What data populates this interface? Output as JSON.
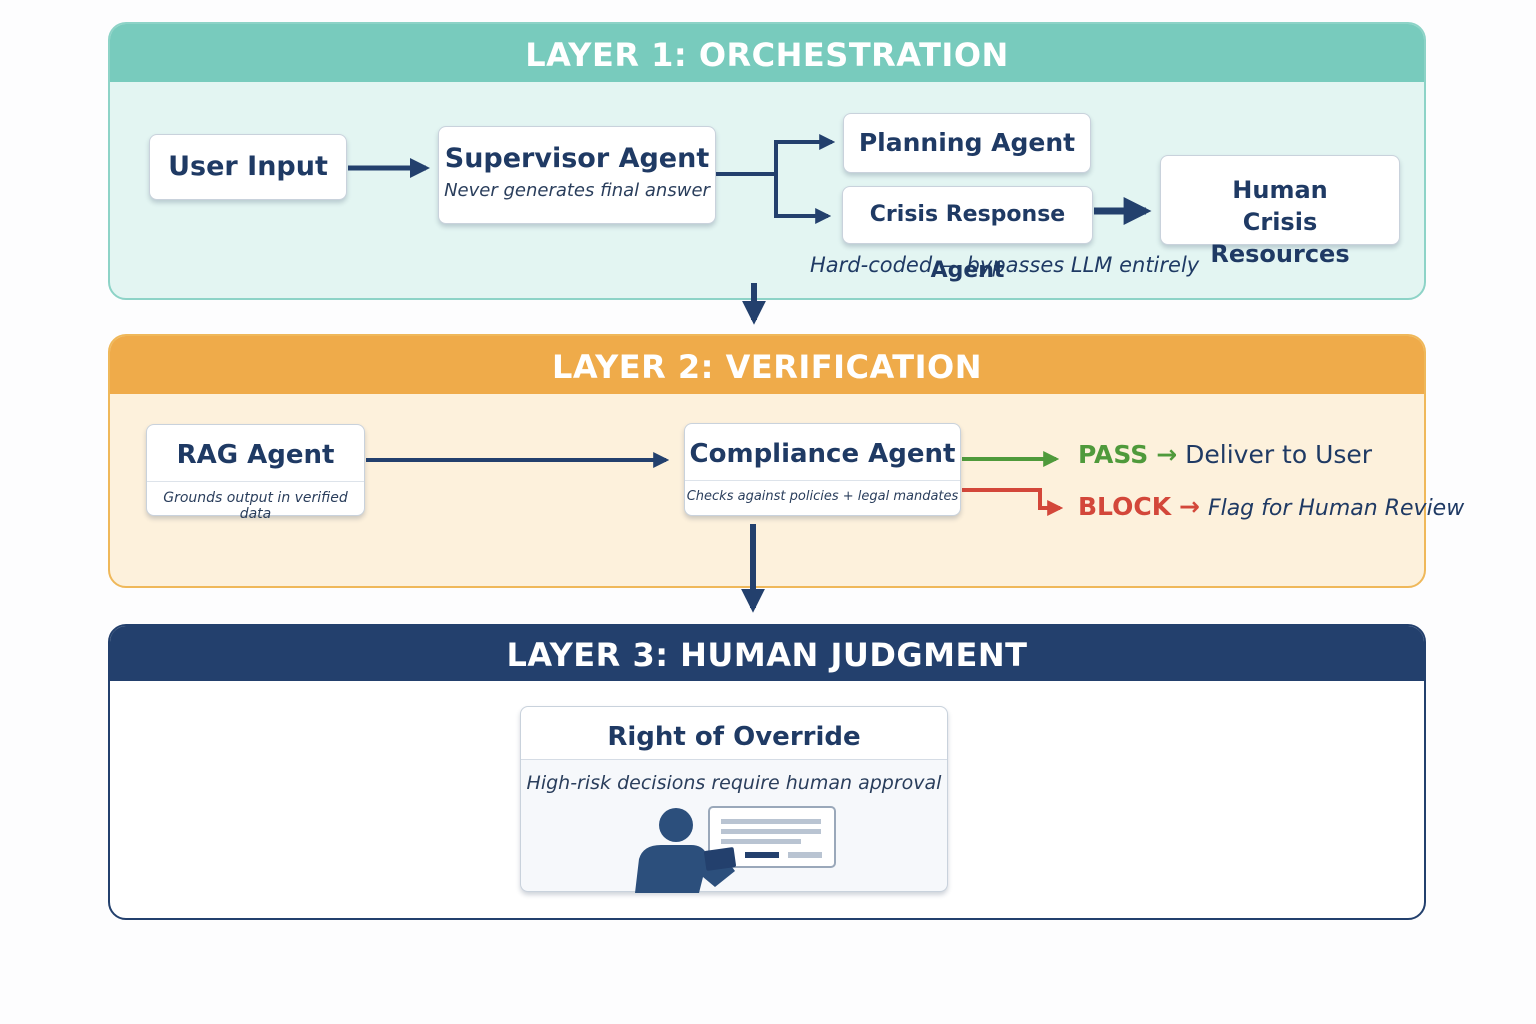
{
  "layers": [
    {
      "title": "LAYER 1: ORCHESTRATION",
      "color": "#78cbbd"
    },
    {
      "title": "LAYER 2: VERIFICATION",
      "color": "#efab4a"
    },
    {
      "title": "LAYER 3: HUMAN JUDGMENT",
      "color": "#23406d"
    }
  ],
  "layer1": {
    "user_input": "User Input",
    "supervisor": {
      "title": "Supervisor Agent",
      "subtitle": "Never generates final answer"
    },
    "planning": "Planning Agent",
    "crisis": "Crisis Response Agent",
    "human_crisis": "Human Crisis Resources",
    "note": "Hard-coded — bypasses LLM entirely"
  },
  "layer2": {
    "rag": {
      "title": "RAG Agent",
      "subtitle": "Grounds output in verified data"
    },
    "compliance": {
      "title": "Compliance Agent",
      "subtitle": "Checks against policies + legal mandates"
    },
    "pass": {
      "label": "PASS",
      "arrow": "→",
      "text": "Deliver to User",
      "color": "#4f9a3b"
    },
    "block": {
      "label": "BLOCK",
      "arrow": "→",
      "text": "Flag for Human Review",
      "color": "#d3473a"
    }
  },
  "layer3": {
    "override": {
      "title": "Right of Override",
      "subtitle": "High-risk decisions require human approval"
    },
    "illustration_icon": "person-reviewing-document-icon"
  }
}
